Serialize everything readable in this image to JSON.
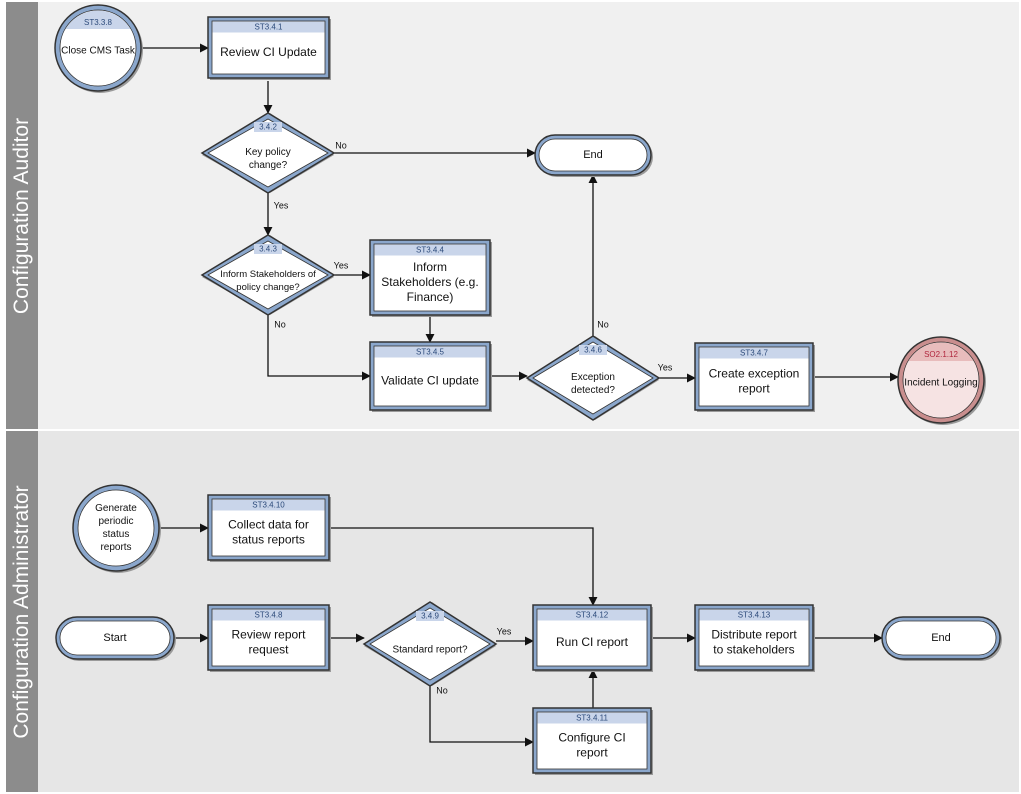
{
  "lanes": {
    "auditor": "Configuration Auditor",
    "administrator": "Configuration Administrator"
  },
  "nodes": {
    "close_cms": {
      "id": "ST3.3.8",
      "label": [
        "Close CMS Task"
      ]
    },
    "review_ci": {
      "id": "ST3.4.1",
      "label": [
        "Review CI Update"
      ]
    },
    "key_policy": {
      "id": "3.4.2",
      "label": [
        "Key policy",
        "change?"
      ]
    },
    "end_top": {
      "label": [
        "End"
      ]
    },
    "inform_q": {
      "id": "3.4.3",
      "label": [
        "Inform Stakeholders of",
        "policy change?"
      ]
    },
    "inform": {
      "id": "ST3.4.4",
      "label": [
        "Inform",
        "Stakeholders (e.g.",
        "Finance)"
      ]
    },
    "validate": {
      "id": "ST3.4.5",
      "label": [
        "Validate CI update"
      ]
    },
    "exception_q": {
      "id": "3.4.6",
      "label": [
        "Exception",
        "detected?"
      ]
    },
    "create_exc": {
      "id": "ST3.4.7",
      "label": [
        "Create exception",
        "report"
      ]
    },
    "incident": {
      "id": "SO2.1.12",
      "label": [
        "Incident Logging"
      ]
    },
    "generate": {
      "label": [
        "Generate",
        "periodic",
        "status",
        "reports"
      ]
    },
    "collect": {
      "id": "ST3.4.10",
      "label": [
        "Collect data for",
        "status reports"
      ]
    },
    "start": {
      "label": [
        "Start"
      ]
    },
    "review_req": {
      "id": "ST3.4.8",
      "label": [
        "Review report",
        "request"
      ]
    },
    "standard_q": {
      "id": "3.4.9",
      "label": [
        "Standard report?"
      ]
    },
    "run_ci": {
      "id": "ST3.4.12",
      "label": [
        "Run CI report"
      ]
    },
    "distribute": {
      "id": "ST3.4.13",
      "label": [
        "Distribute report",
        "to stakeholders"
      ]
    },
    "end_bottom": {
      "label": [
        "End"
      ]
    },
    "configure": {
      "id": "ST3.4.11",
      "label": [
        "Configure CI",
        "report"
      ]
    }
  },
  "edge_labels": {
    "key_no": "No",
    "key_yes": "Yes",
    "inform_yes": "Yes",
    "inform_no": "No",
    "exc_no": "No",
    "exc_yes": "Yes",
    "std_yes": "Yes",
    "std_no": "No"
  },
  "colors": {
    "task_fill": "#ffffff",
    "task_border_outer": "#333333",
    "task_border_inner": "#8ba7cc",
    "id_band": "#c9d5ea",
    "id_text": "#2c4a7a",
    "incident_fill": "#f6e3e3",
    "incident_border": "#c98e8e",
    "incident_band": "#e8bcbc",
    "incident_id_text": "#b0263d",
    "lane_auditor_bg": "#f0f0f0",
    "lane_admin_bg": "#e6e6e6",
    "lane_label_bg": "#8c8c8c"
  }
}
